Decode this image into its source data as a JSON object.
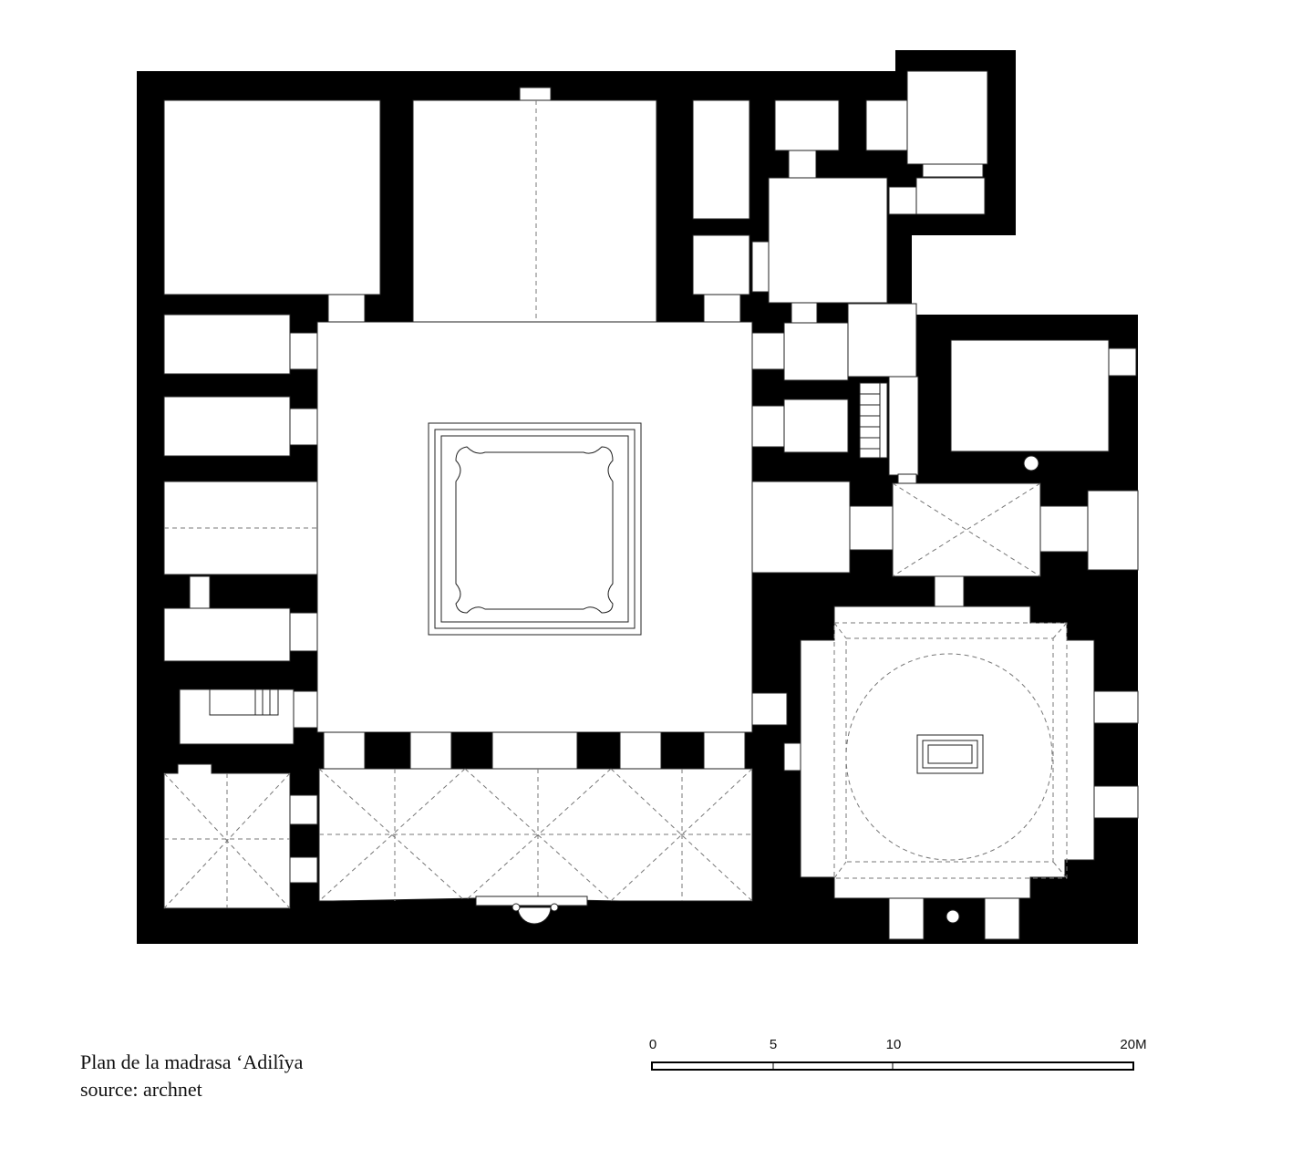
{
  "caption": {
    "title": "Plan de la madrasa ‘Adilîya",
    "source": "source: archnet"
  },
  "scale_bar": {
    "ticks": [
      "0",
      "5",
      "10",
      "20M"
    ],
    "values_m": [
      0,
      5,
      10,
      20
    ]
  },
  "colors": {
    "wall": "#000000",
    "background": "#ffffff",
    "dashed": "#777777"
  }
}
